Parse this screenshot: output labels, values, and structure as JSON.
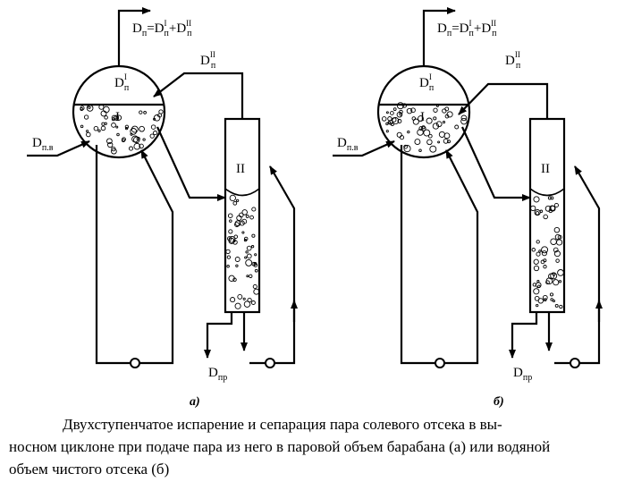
{
  "panels": [
    {
      "id": "a",
      "label": "а)",
      "steam_total": {
        "main": "D",
        "sub1": "п",
        "eq": "=D",
        "sup2": "I",
        "sub2": "п",
        "plus": "+D",
        "sup3": "II",
        "sub3": "п"
      },
      "steam_stage2": {
        "main": "D",
        "sup": "II",
        "sub": "п"
      },
      "steam_stage1": {
        "main": "D",
        "sup": "I",
        "sub": "п"
      },
      "stage1_roman": "I",
      "stage2_roman": "II",
      "feed_water": {
        "main": "D",
        "sub": "п.в"
      },
      "blowdown": {
        "main": "D",
        "sub": "пр"
      }
    },
    {
      "id": "b",
      "label": "б)",
      "steam_total": {
        "main": "D",
        "sub1": "п",
        "eq": "=D",
        "sup2": "I",
        "sub2": "п",
        "plus": "+D",
        "sup3": "II",
        "sub3": "п"
      },
      "steam_stage2": {
        "main": "D",
        "sup": "II",
        "sub": "п"
      },
      "steam_stage1": {
        "main": "D",
        "sup": "I",
        "sub": "п"
      },
      "stage1_roman": "I",
      "stage2_roman": "II",
      "feed_water": {
        "main": "D",
        "sub": "п.в"
      },
      "blowdown": {
        "main": "D",
        "sub": "пр"
      }
    }
  ],
  "caption": {
    "line1": "Двухступенчатое испарение и сепарация пара солевого отсека в вы-",
    "line2": "носном циклоне при подаче пара из него в паровой объем барабана (а) или водяной",
    "line3": "объем чистого отсека (б)"
  },
  "colors": {
    "ink": "#000000",
    "background": "#ffffff"
  }
}
